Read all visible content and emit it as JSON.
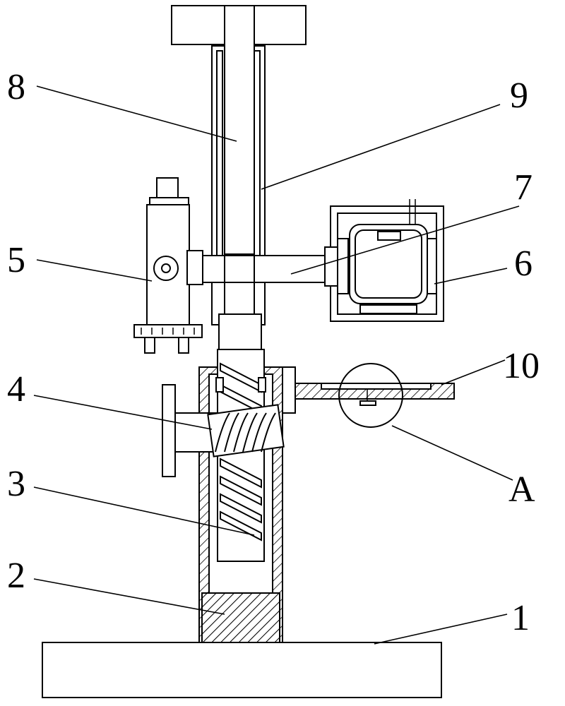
{
  "figure": {
    "callouts": [
      {
        "id": "1",
        "text": "1"
      },
      {
        "id": "2",
        "text": "2"
      },
      {
        "id": "3",
        "text": "3"
      },
      {
        "id": "4",
        "text": "4"
      },
      {
        "id": "5",
        "text": "5"
      },
      {
        "id": "6",
        "text": "6"
      },
      {
        "id": "7",
        "text": "7"
      },
      {
        "id": "8",
        "text": "8"
      },
      {
        "id": "9",
        "text": "9"
      },
      {
        "id": "10",
        "text": "10"
      },
      {
        "id": "A",
        "text": "A"
      }
    ]
  }
}
